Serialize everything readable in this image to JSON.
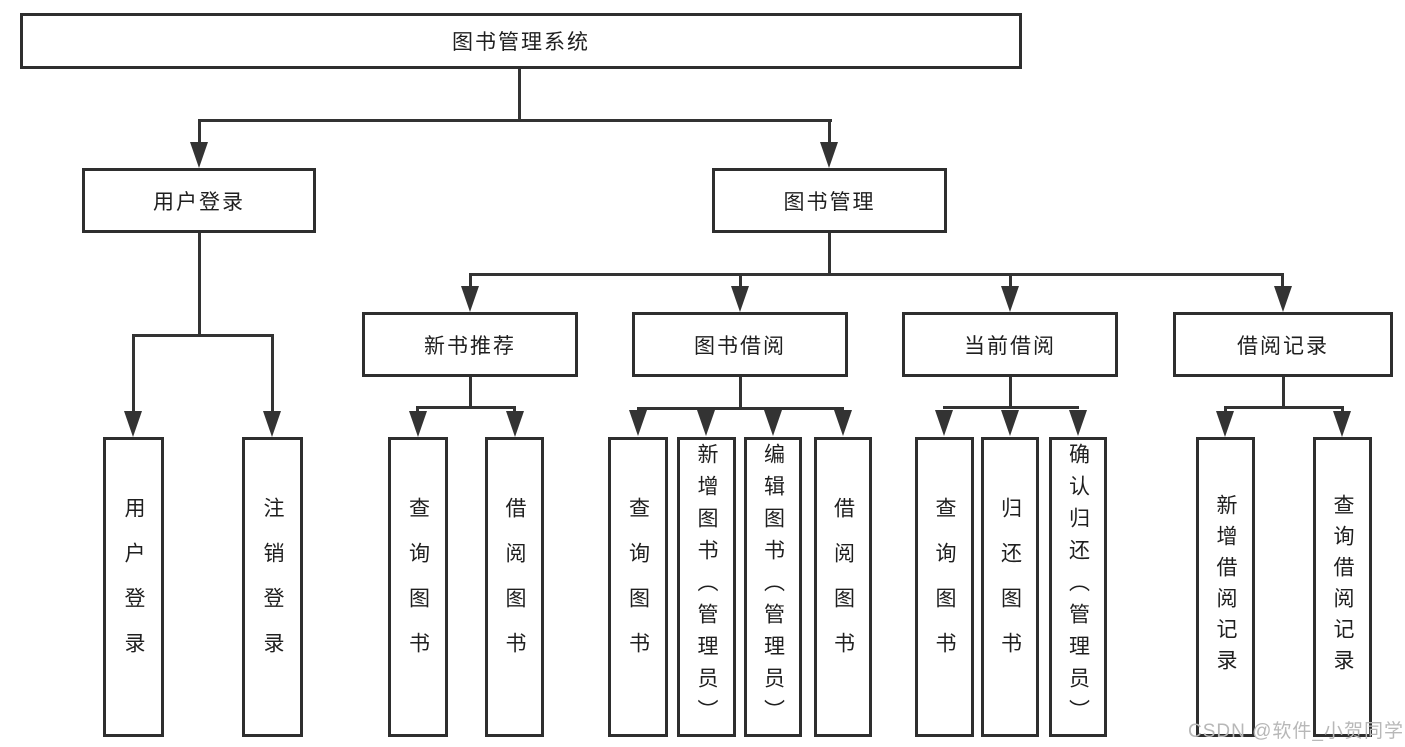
{
  "diagram": {
    "root": {
      "label": "图书管理系统"
    },
    "level2": [
      {
        "label": "用户登录"
      },
      {
        "label": "图书管理"
      }
    ],
    "level3": [
      {
        "label": "新书推荐",
        "parent": "图书管理"
      },
      {
        "label": "图书借阅",
        "parent": "图书管理"
      },
      {
        "label": "当前借阅",
        "parent": "图书管理"
      },
      {
        "label": "借阅记录",
        "parent": "图书管理"
      }
    ],
    "leaves": [
      {
        "label": "用户登录",
        "parent": "用户登录"
      },
      {
        "label": "注销登录",
        "parent": "用户登录"
      },
      {
        "label": "查询图书",
        "parent": "新书推荐"
      },
      {
        "label": "借阅图书",
        "parent": "新书推荐"
      },
      {
        "label": "查询图书",
        "parent": "图书借阅"
      },
      {
        "label": "新增图书（管理员）",
        "parent": "图书借阅"
      },
      {
        "label": "编辑图书（管理员）",
        "parent": "图书借阅"
      },
      {
        "label": "借阅图书",
        "parent": "图书借阅"
      },
      {
        "label": "查询图书",
        "parent": "当前借阅"
      },
      {
        "label": "归还图书",
        "parent": "当前借阅"
      },
      {
        "label": "确认归还（管理员）",
        "parent": "当前借阅"
      },
      {
        "label": "新增借阅记录",
        "parent": "借阅记录"
      },
      {
        "label": "查询借阅记录",
        "parent": "借阅记录"
      }
    ],
    "watermark": "CSDN @软件_小贺同学",
    "colors": {
      "line": "#333333",
      "text": "#1f1f1f",
      "watermark": "#b8b8b8",
      "background": "#ffffff"
    }
  }
}
